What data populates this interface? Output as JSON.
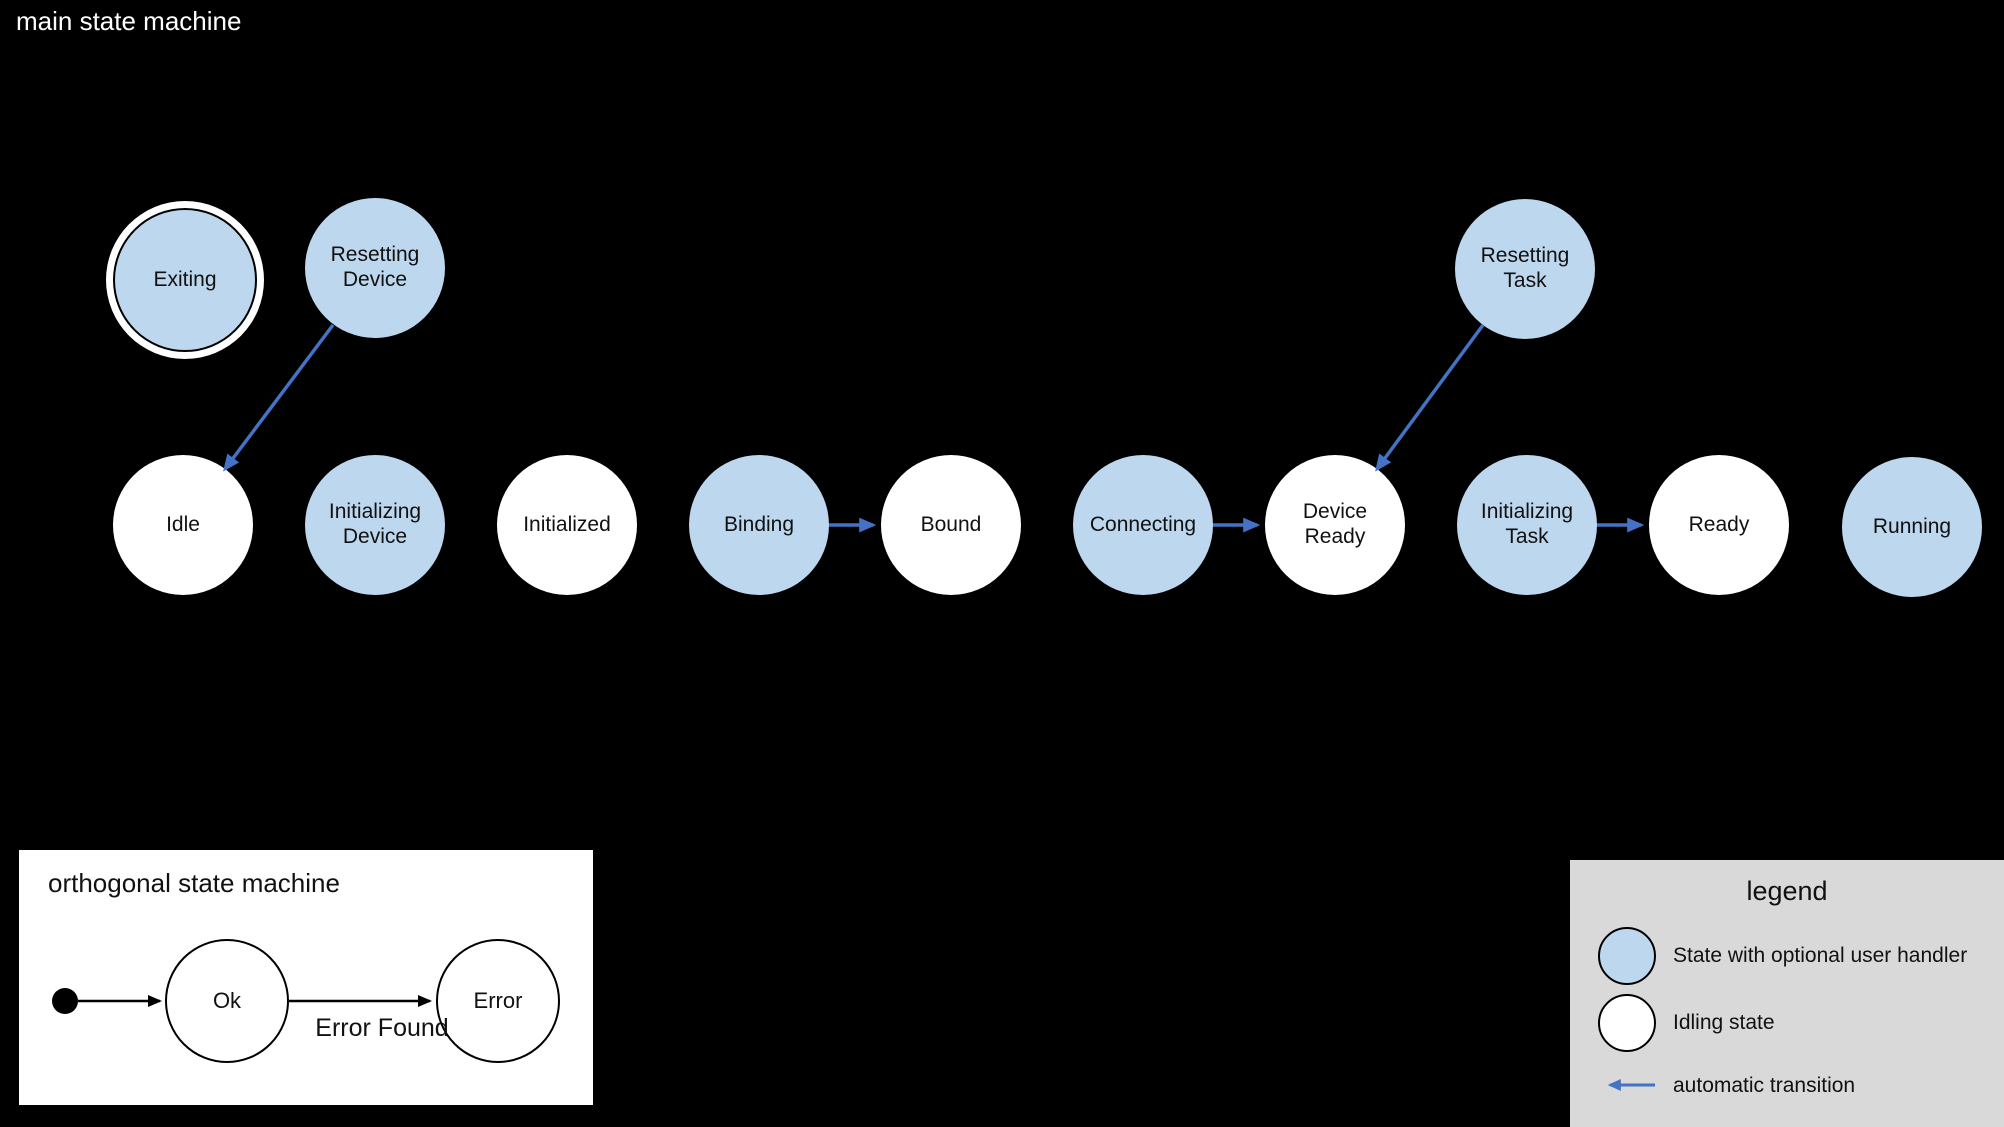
{
  "main": {
    "title": "main state machine",
    "states": [
      {
        "id": "exiting",
        "label": "Exiting",
        "style": "user-handler",
        "final_marker": true
      },
      {
        "id": "resetting-device",
        "label": "Resetting Device",
        "style": "user-handler"
      },
      {
        "id": "resetting-task",
        "label": "Resetting Task",
        "style": "user-handler"
      },
      {
        "id": "idle",
        "label": "Idle",
        "style": "idling"
      },
      {
        "id": "initializing-device",
        "label": "Initializing Device",
        "style": "user-handler"
      },
      {
        "id": "initialized",
        "label": "Initialized",
        "style": "idling"
      },
      {
        "id": "binding",
        "label": "Binding",
        "style": "user-handler"
      },
      {
        "id": "bound",
        "label": "Bound",
        "style": "idling"
      },
      {
        "id": "connecting",
        "label": "Connecting",
        "style": "user-handler"
      },
      {
        "id": "device-ready",
        "label": "Device Ready",
        "style": "idling"
      },
      {
        "id": "initializing-task",
        "label": "Initializing Task",
        "style": "user-handler"
      },
      {
        "id": "ready",
        "label": "Ready",
        "style": "idling"
      },
      {
        "id": "running",
        "label": "Running",
        "style": "user-handler"
      }
    ],
    "transitions": [
      {
        "from": "Resetting Device",
        "to": "Idle",
        "type": "automatic"
      },
      {
        "from": "Binding",
        "to": "Bound",
        "type": "automatic"
      },
      {
        "from": "Connecting",
        "to": "Device Ready",
        "type": "automatic"
      },
      {
        "from": "Resetting Task",
        "to": "Device Ready",
        "type": "automatic"
      },
      {
        "from": "Initializing Task",
        "to": "Ready",
        "type": "automatic"
      }
    ]
  },
  "orthogonal": {
    "title": "orthogonal state machine",
    "states": [
      {
        "id": "ok",
        "label": "Ok"
      },
      {
        "id": "error",
        "label": "Error"
      }
    ],
    "transitions": [
      {
        "from": "initial",
        "to": "Ok",
        "label": ""
      },
      {
        "from": "Ok",
        "to": "Error",
        "label": "Error Found"
      }
    ]
  },
  "legend": {
    "title": "legend",
    "items": [
      {
        "icon": "user-handler-state-icon",
        "label": "State with optional user handler"
      },
      {
        "icon": "idling-state-icon",
        "label": "Idling state"
      },
      {
        "icon": "automatic-transition-icon",
        "label": "automatic transition"
      }
    ]
  },
  "colors": {
    "background": "#000000",
    "state_user_handler_fill": "#BDD7EE",
    "state_idling_fill": "#FFFFFF",
    "automatic_transition_blue": "#4472C4",
    "legend_background": "#D9D9D9"
  }
}
